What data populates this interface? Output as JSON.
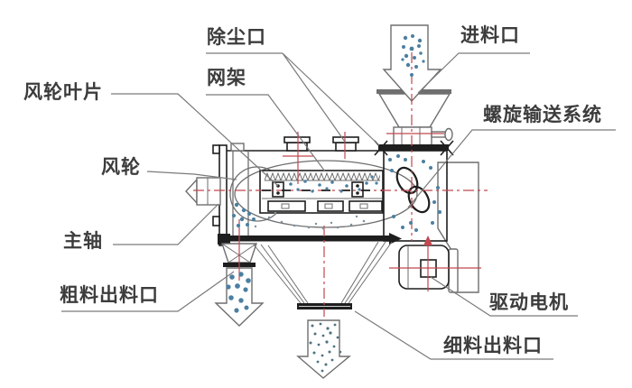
{
  "labels": {
    "fan_blade": "风轮叶片",
    "dust_port": "除尘口",
    "mesh_frame": "网架",
    "feed_inlet": "进料口",
    "fan_wheel": "风轮",
    "screw_conveyor": "螺旋输送系统",
    "main_shaft": "主轴",
    "coarse_outlet": "粗料出料口",
    "drive_motor": "驱动电机",
    "fine_outlet": "细料出料口"
  },
  "colors": {
    "line": "#6e6e6e",
    "dark": "#1e1e1e",
    "red": "#c2474f",
    "blue": "#4c7fa1",
    "slate": "#4f7282",
    "graydot": "#7d929e",
    "text": "#3c3c3c",
    "bg": "#ffffff",
    "rim": "#6f6f6f"
  }
}
